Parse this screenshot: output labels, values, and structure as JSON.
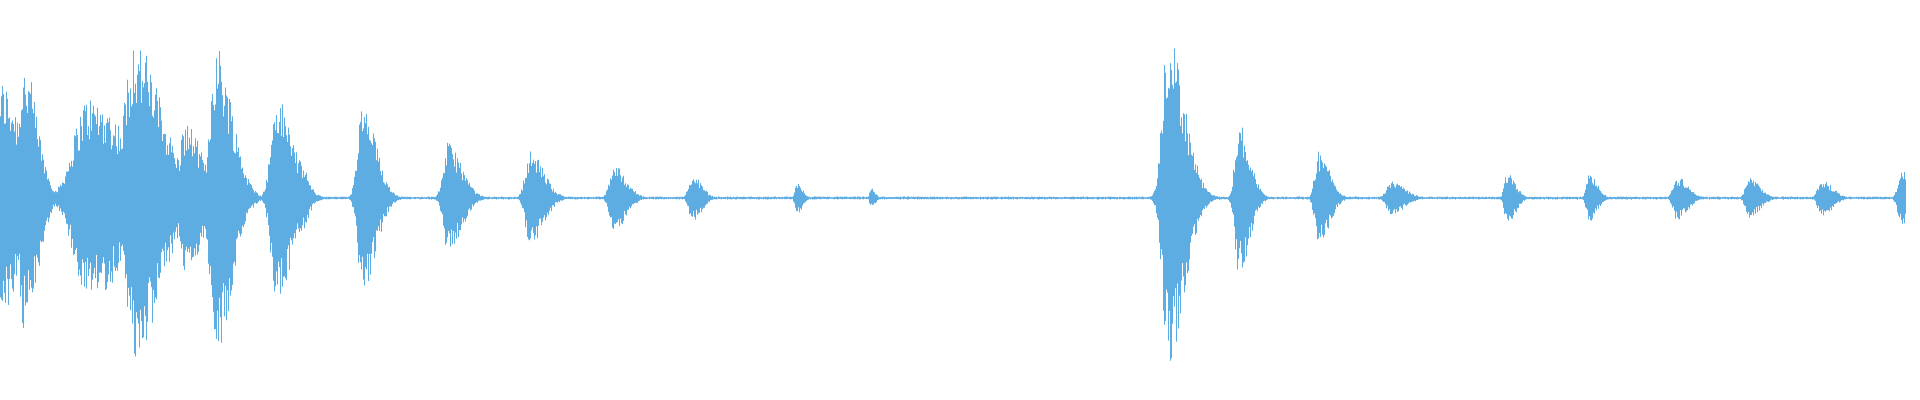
{
  "waveform": {
    "color": "#5dade2",
    "background": "#ffffff",
    "bursts": [
      {
        "t": 0.0,
        "amp": 0.7,
        "dur": 0.016
      },
      {
        "t": 0.012,
        "amp": 0.82,
        "dur": 0.01
      },
      {
        "t": 0.046,
        "amp": 0.6,
        "dur": 0.03
      },
      {
        "t": 0.07,
        "amp": 0.95,
        "dur": 0.02
      },
      {
        "t": 0.097,
        "amp": 0.45,
        "dur": 0.012
      },
      {
        "t": 0.113,
        "amp": 0.92,
        "dur": 0.012
      },
      {
        "t": 0.145,
        "amp": 0.6,
        "dur": 0.012
      },
      {
        "t": 0.157,
        "amp": 0.22,
        "dur": 0.006
      },
      {
        "t": 0.19,
        "amp": 0.55,
        "dur": 0.01
      },
      {
        "t": 0.235,
        "amp": 0.33,
        "dur": 0.01
      },
      {
        "t": 0.278,
        "amp": 0.28,
        "dur": 0.01
      },
      {
        "t": 0.322,
        "amp": 0.2,
        "dur": 0.009
      },
      {
        "t": 0.363,
        "amp": 0.14,
        "dur": 0.007
      },
      {
        "t": 0.418,
        "amp": 0.1,
        "dur": 0.004
      },
      {
        "t": 0.457,
        "amp": 0.06,
        "dur": 0.003
      },
      {
        "t": 0.613,
        "amp": 0.98,
        "dur": 0.012
      },
      {
        "t": 0.65,
        "amp": 0.45,
        "dur": 0.008
      },
      {
        "t": 0.692,
        "amp": 0.28,
        "dur": 0.008
      },
      {
        "t": 0.73,
        "amp": 0.1,
        "dur": 0.01
      },
      {
        "t": 0.791,
        "amp": 0.16,
        "dur": 0.006
      },
      {
        "t": 0.834,
        "amp": 0.14,
        "dur": 0.006
      },
      {
        "t": 0.88,
        "amp": 0.13,
        "dur": 0.008
      },
      {
        "t": 0.918,
        "amp": 0.12,
        "dur": 0.008
      },
      {
        "t": 0.956,
        "amp": 0.11,
        "dur": 0.008
      },
      {
        "t": 0.998,
        "amp": 0.16,
        "dur": 0.008
      }
    ]
  }
}
